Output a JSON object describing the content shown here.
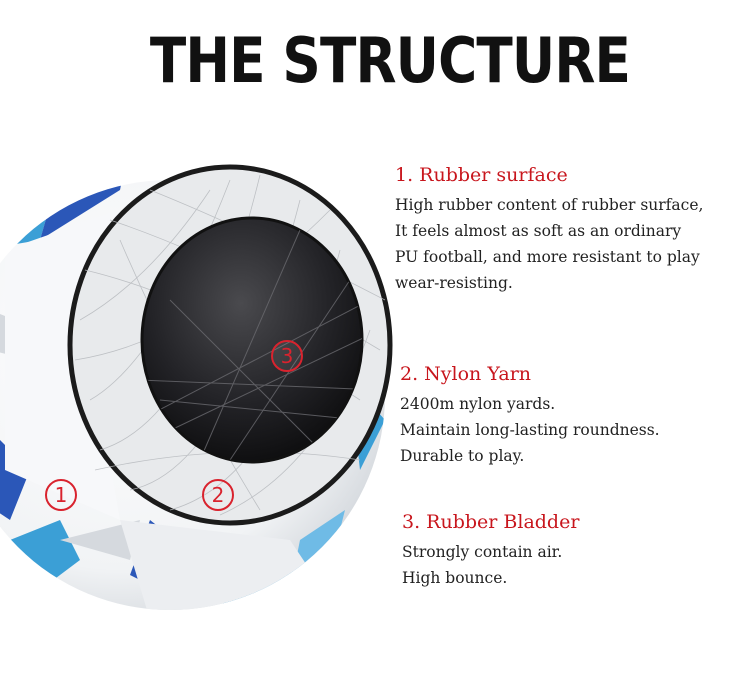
{
  "title": "THE STRUCTURE",
  "markers": [
    "1",
    "2",
    "3"
  ],
  "sections": [
    {
      "heading": "1. Rubber surface",
      "body": "High rubber content of rubber surface,\nIt feels almost as soft as an ordinary\nPU football, and more resistant to play\nwear-resisting."
    },
    {
      "heading": "2. Nylon Yarn",
      "body": "2400m nylon yards.\nMaintain long-lasting  roundness.\nDurable to play."
    },
    {
      "heading": "3. Rubber Bladder",
      "body": "Strongly contain air.\nHigh bounce."
    }
  ],
  "colors": {
    "accent": "#d9232e",
    "heading": "#c8161d",
    "ball_blue": "#3b9fd6",
    "ball_dark_blue": "#2b57b8",
    "bladder": "#1a1a1c"
  }
}
